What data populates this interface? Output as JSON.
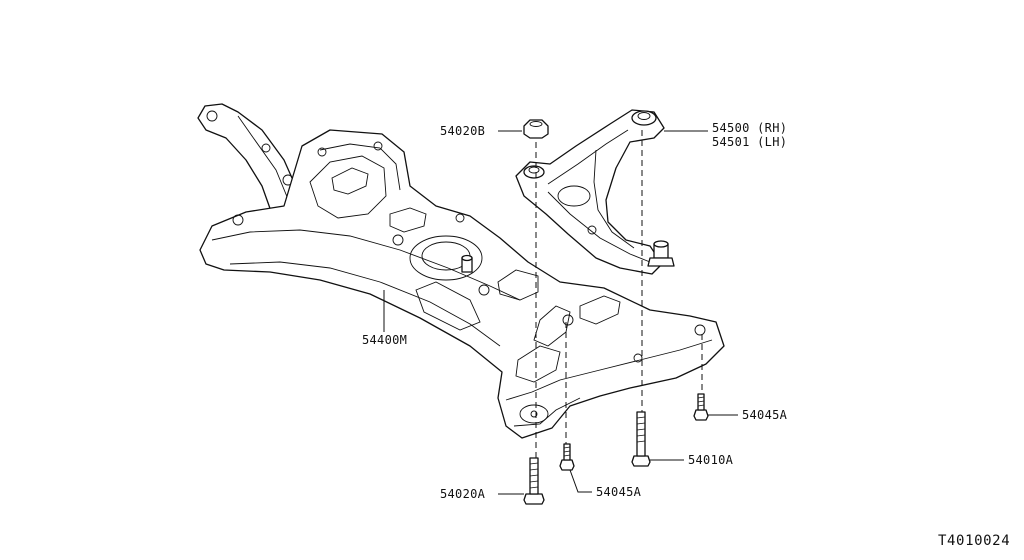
{
  "diagram": {
    "code": "T4010024",
    "parts": [
      {
        "id": "54020B",
        "label": "54020B"
      },
      {
        "id": "54500",
        "label": "54500 (RH)"
      },
      {
        "id": "54501",
        "label": "54501 (LH)"
      },
      {
        "id": "54400M",
        "label": "54400M"
      },
      {
        "id": "54045A-right",
        "label": "54045A"
      },
      {
        "id": "54010A",
        "label": "54010A"
      },
      {
        "id": "54020A",
        "label": "54020A"
      },
      {
        "id": "54045A-bottom",
        "label": "54045A"
      }
    ]
  }
}
